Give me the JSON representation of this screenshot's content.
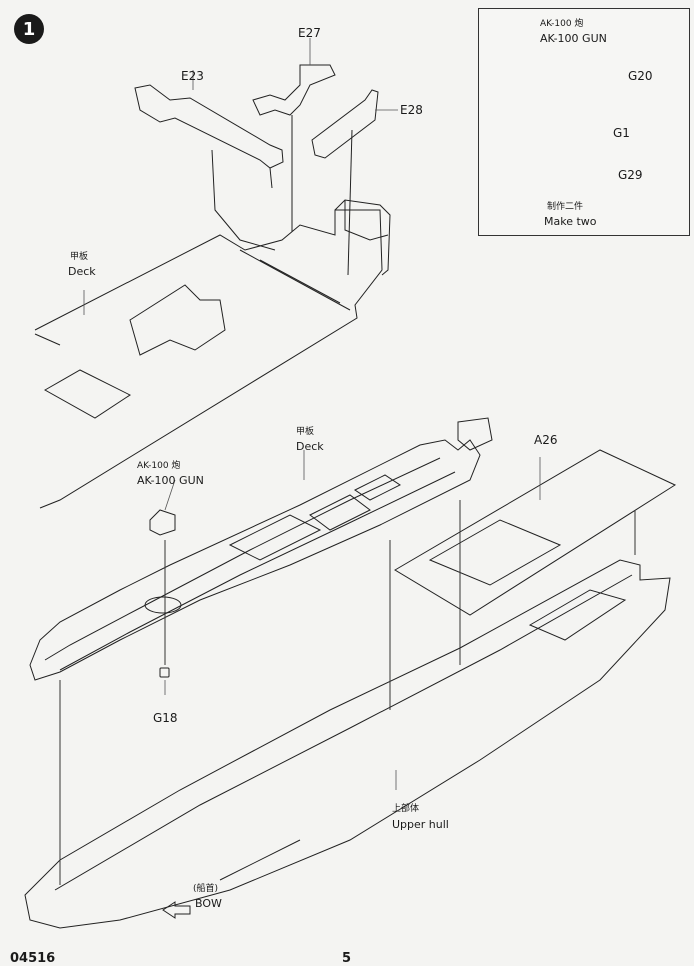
{
  "step_number": "1",
  "inset": {
    "title_cn": "AK-100 炮",
    "title_en": "AK-100 GUN",
    "parts": [
      "G20",
      "G1",
      "G29"
    ],
    "note_cn": "制作二件",
    "note_en": "Make two"
  },
  "parts": {
    "e27": "E27",
    "e23": "E23",
    "e28": "E28",
    "a26": "A26",
    "g18": "G18"
  },
  "labels": {
    "deck_top_cn": "甲板",
    "deck_top_en": "Deck",
    "deck_hull_cn": "甲板",
    "deck_hull_en": "Deck",
    "gun_cn": "AK-100 炮",
    "gun_en": "AK-100 GUN",
    "upper_hull_cn": "上部体",
    "upper_hull_en": "Upper hull",
    "bow_cn": "(船首)",
    "bow_en": "BOW"
  },
  "footer": {
    "left": "04516",
    "center": "5"
  }
}
